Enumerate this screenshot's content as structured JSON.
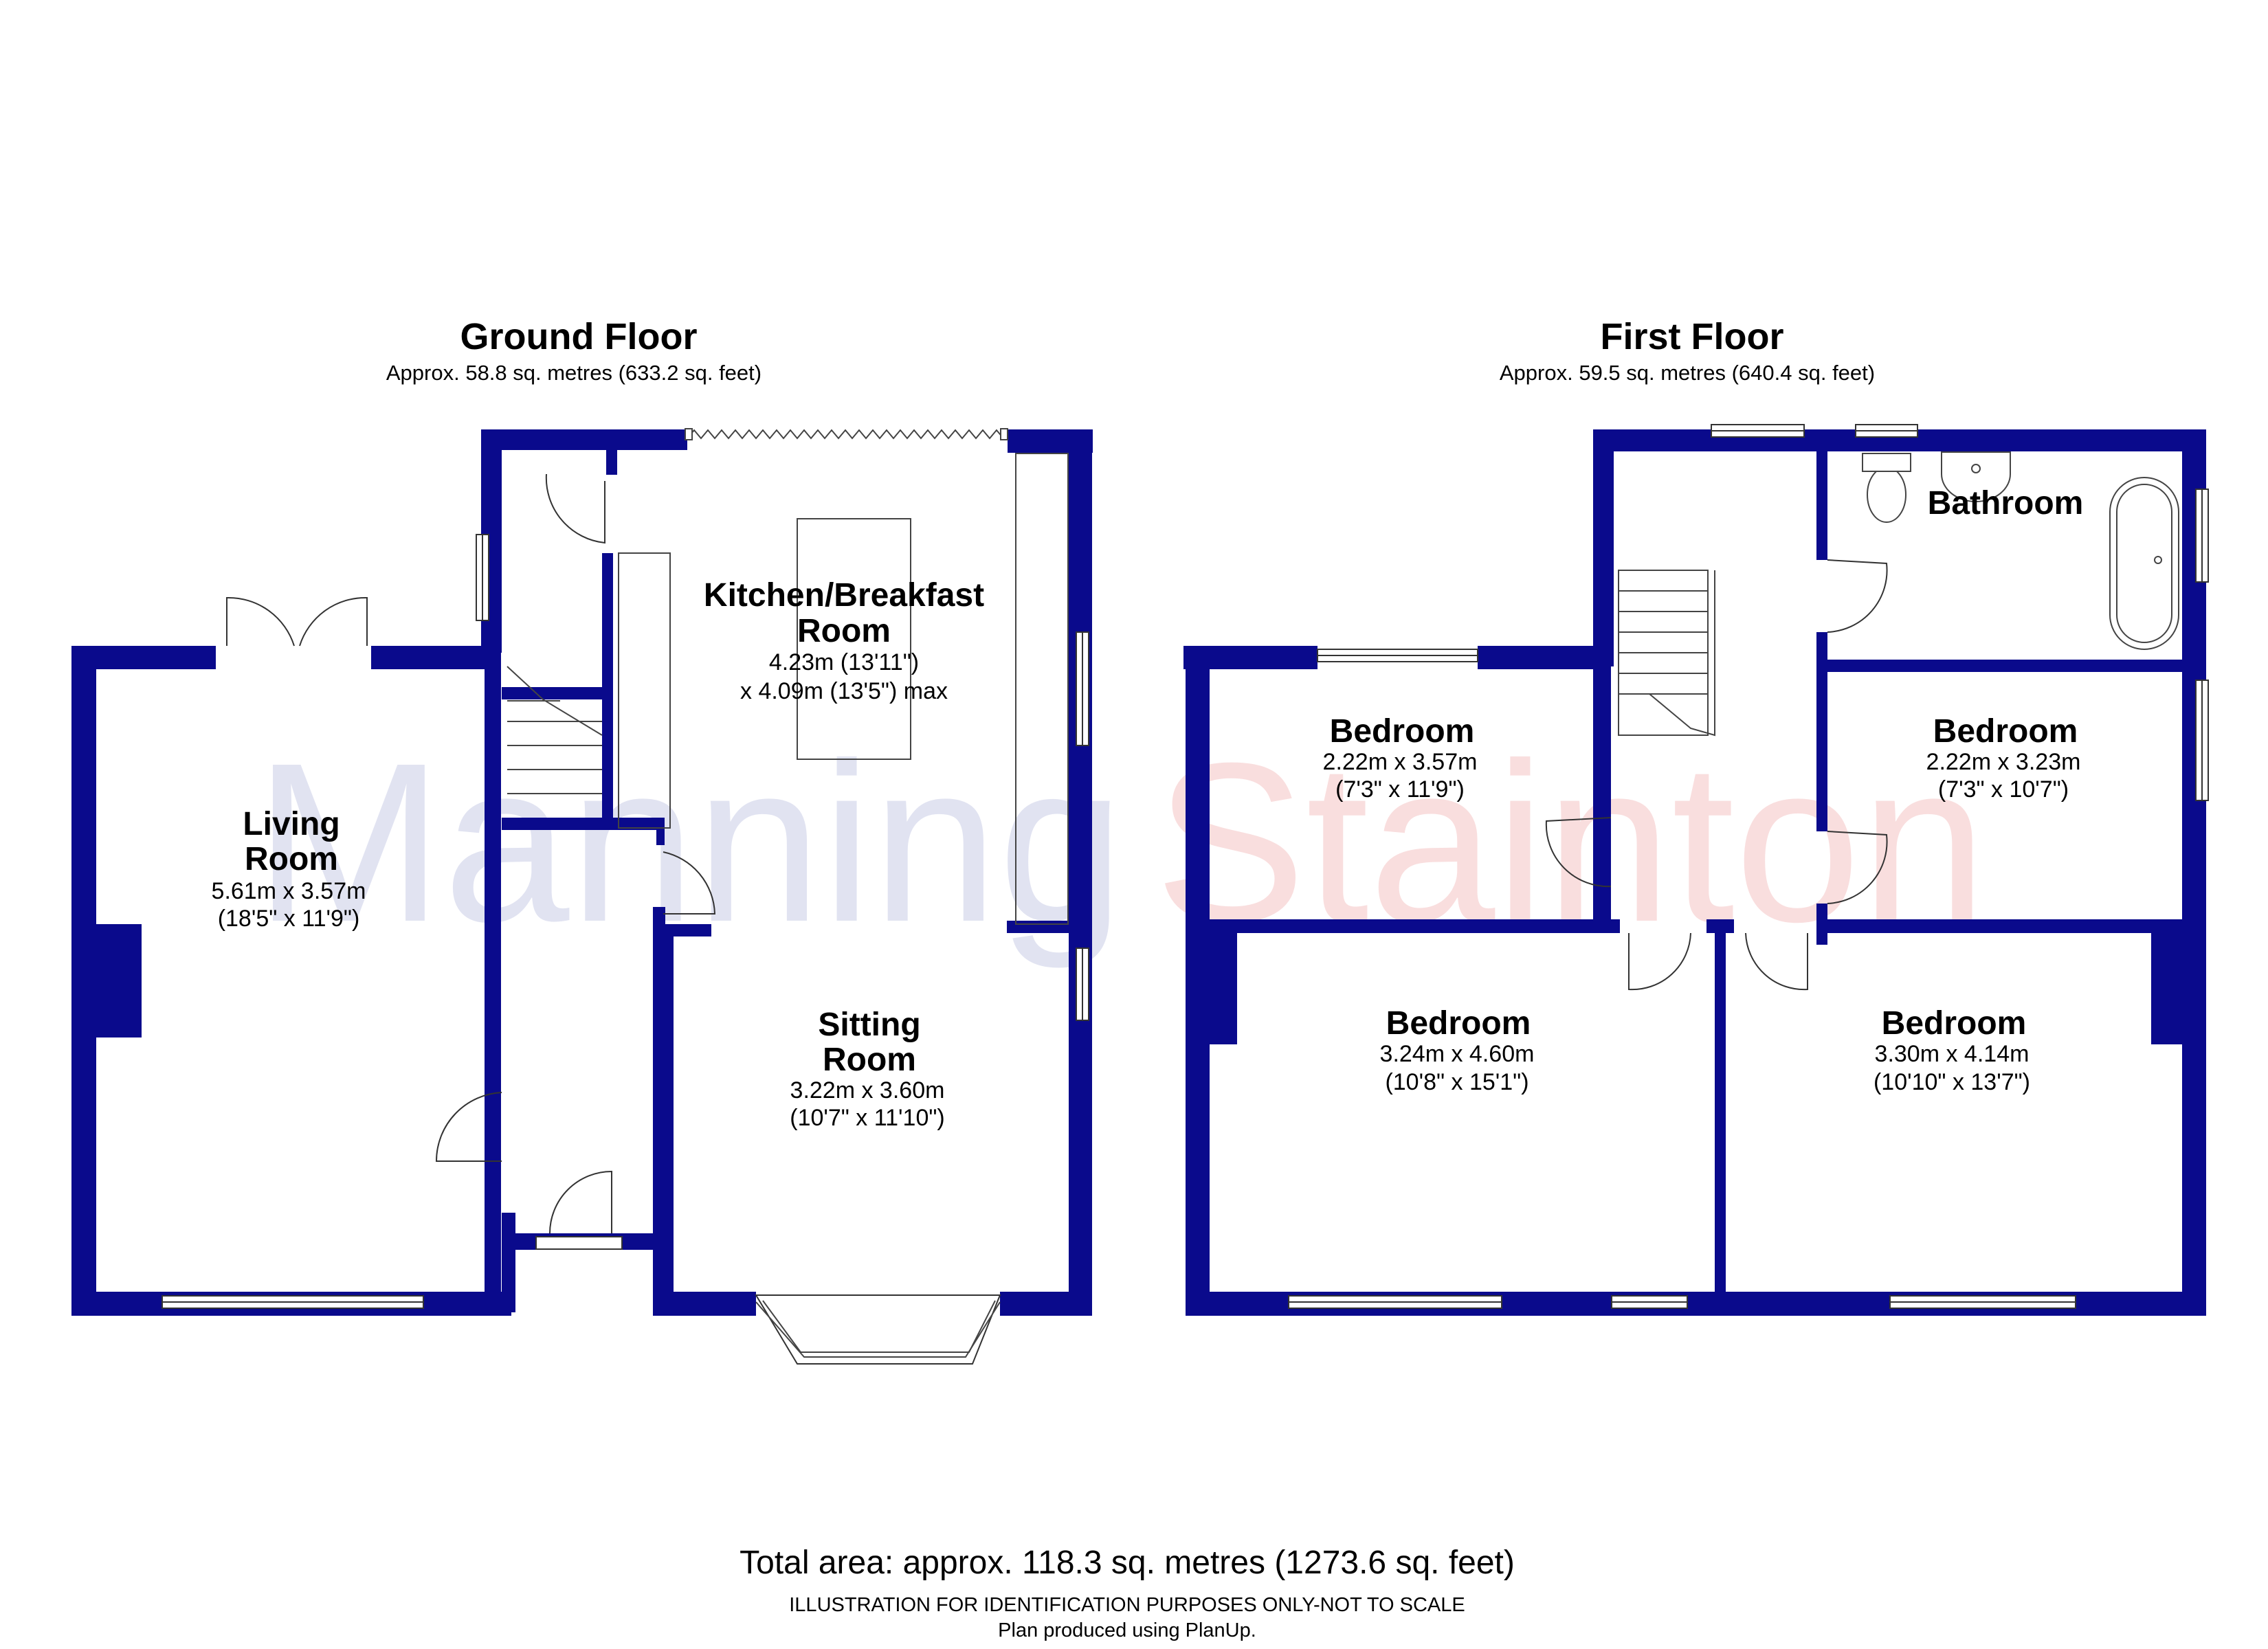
{
  "colors": {
    "wall": "#0a0a8c",
    "watermark_blue": "#c9cde7",
    "watermark_red": "#f5c4c4"
  },
  "watermark": {
    "part1": "Manning",
    "part2": "Stainton"
  },
  "ground_floor": {
    "title": "Ground Floor",
    "area": "Approx. 58.8 sq. metres (633.2 sq. feet)",
    "living": {
      "name1": "Living",
      "name2": "Room",
      "dim1": "5.61m x 3.57m",
      "dim2": "(18'5\" x 11'9\")"
    },
    "kitchen": {
      "name1": "Kitchen/Breakfast",
      "name2": "Room",
      "dim1": "4.23m (13'11\")",
      "dim2": "x 4.09m (13'5\") max"
    },
    "sitting": {
      "name1": "Sitting",
      "name2": "Room",
      "dim1": "3.22m x 3.60m",
      "dim2": "(10'7\" x 11'10\")"
    }
  },
  "first_floor": {
    "title": "First Floor",
    "area": "Approx. 59.5 sq. metres (640.4 sq. feet)",
    "bathroom": {
      "name": "Bathroom"
    },
    "bedroom_tl": {
      "name": "Bedroom",
      "dim1": "2.22m x 3.57m",
      "dim2": "(7'3\" x 11'9\")"
    },
    "bedroom_tr": {
      "name": "Bedroom",
      "dim1": "2.22m x 3.23m",
      "dim2": "(7'3\" x 10'7\")"
    },
    "bedroom_bl": {
      "name": "Bedroom",
      "dim1": "3.24m x 4.60m",
      "dim2": "(10'8\" x 15'1\")"
    },
    "bedroom_br": {
      "name": "Bedroom",
      "dim1": "3.30m x 4.14m",
      "dim2": "(10'10\" x 13'7\")"
    }
  },
  "footer": {
    "total": "Total area: approx. 118.3 sq. metres (1273.6 sq. feet)",
    "note1": "ILLUSTRATION FOR IDENTIFICATION PURPOSES ONLY-NOT TO SCALE",
    "note2": "Plan produced using PlanUp."
  }
}
